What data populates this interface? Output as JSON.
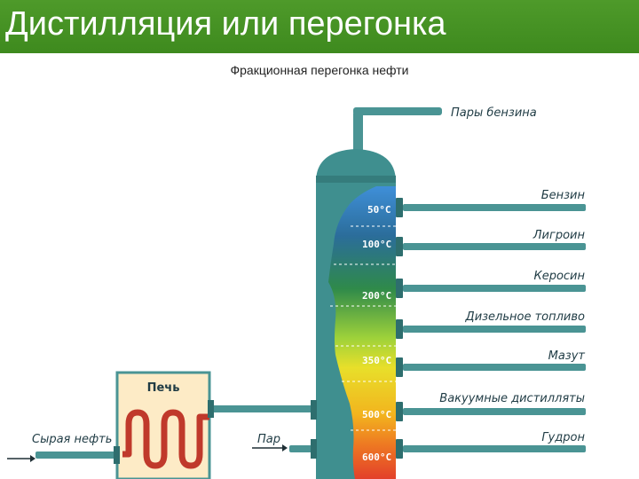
{
  "slide": {
    "title": "Дистилляция или перегонка",
    "subtitle": "Фракционная перегонка нефти"
  },
  "diagram": {
    "top_output": "Пары бензина",
    "furnace_label": "Печь",
    "input_oil": "Сырая нефть",
    "input_steam": "Пар",
    "fractions": [
      {
        "label": "Бензин",
        "temp": "50°C",
        "color": "#2f7fd6"
      },
      {
        "label": "Лигроин",
        "temp": "100°C",
        "color": "#2f6d8a"
      },
      {
        "label": "Керосин",
        "temp": "200°C",
        "color": "#2f8a4a"
      },
      {
        "label": "Дизельное топливо",
        "temp": "",
        "color": "#a8d43a"
      },
      {
        "label": "Мазут",
        "temp": "350°C",
        "color": "#e6dd2a"
      },
      {
        "label": "Вакуумные дистилляты",
        "temp": "500°C",
        "color": "#f2a21e"
      },
      {
        "label": "Гудрон",
        "temp": "600°C",
        "color": "#e5452a"
      }
    ],
    "colors": {
      "column": "#3f8f8f",
      "pipe": "#4a9494",
      "pipe_dark": "#2e6e6e",
      "furnace_fill": "#fdebc6",
      "coil": "#c0392b"
    }
  }
}
